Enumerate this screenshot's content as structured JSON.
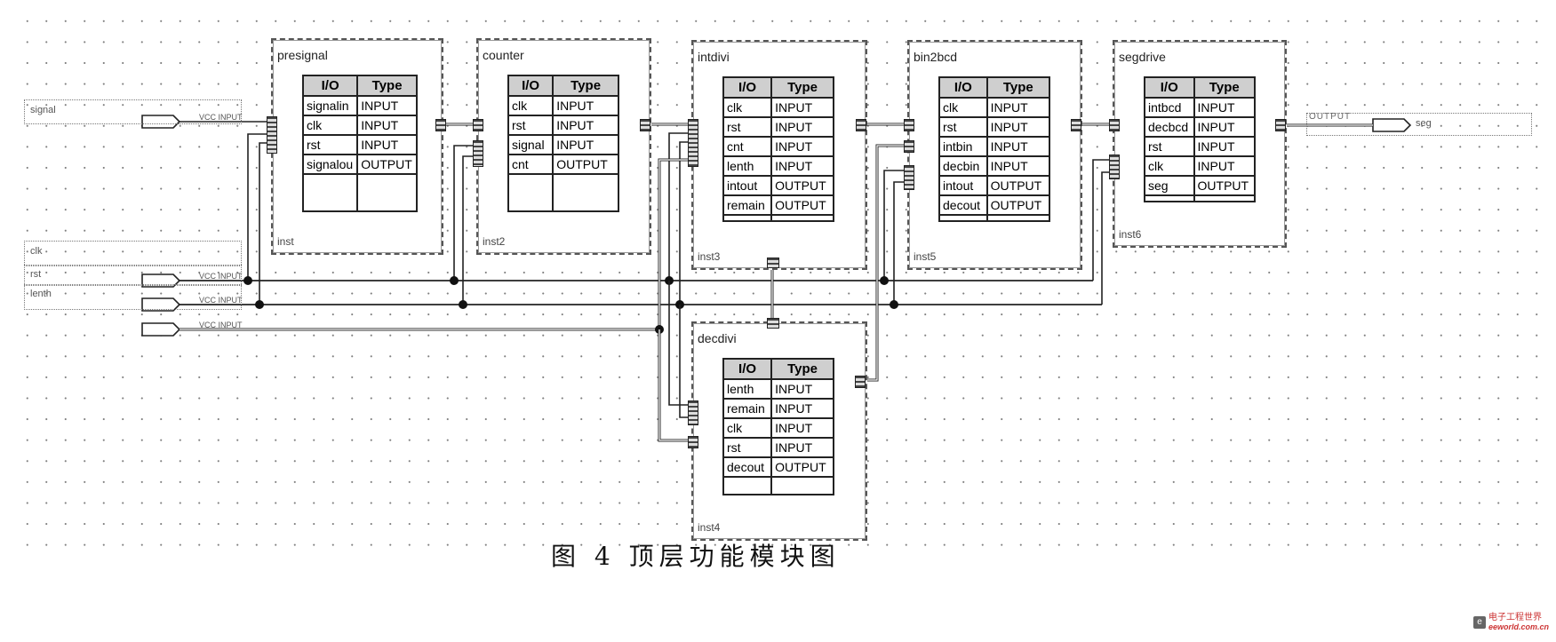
{
  "diagram": {
    "title": "Top-level functional block diagram",
    "inputs": [
      {
        "name": "signal",
        "tag": "VCC INPUT"
      },
      {
        "name": "clk",
        "tag": "VCC INPUT"
      },
      {
        "name": "rst",
        "tag": "VCC INPUT"
      },
      {
        "name": "lenth",
        "tag": "VCC INPUT"
      }
    ],
    "outputs": [
      {
        "name": "seg",
        "tag": "OUTPUT"
      }
    ],
    "table_header": {
      "io": "I/O",
      "type": "Type"
    },
    "blocks": [
      {
        "id": "presignal",
        "name": "presignal",
        "instance": "inst",
        "ports": [
          {
            "io": "signalin",
            "type": "INPUT"
          },
          {
            "io": "clk",
            "type": "INPUT"
          },
          {
            "io": "rst",
            "type": "INPUT"
          },
          {
            "io": "signalou",
            "type": "OUTPUT"
          }
        ]
      },
      {
        "id": "counter",
        "name": "counter",
        "instance": "inst2",
        "ports": [
          {
            "io": "clk",
            "type": "INPUT"
          },
          {
            "io": "rst",
            "type": "INPUT"
          },
          {
            "io": "signal",
            "type": "INPUT"
          },
          {
            "io": "cnt",
            "type": "OUTPUT"
          }
        ]
      },
      {
        "id": "intdivi",
        "name": "intdivi",
        "instance": "inst3",
        "ports": [
          {
            "io": "clk",
            "type": "INPUT"
          },
          {
            "io": "rst",
            "type": "INPUT"
          },
          {
            "io": "cnt",
            "type": "INPUT"
          },
          {
            "io": "lenth",
            "type": "INPUT"
          },
          {
            "io": "intout",
            "type": "OUTPUT"
          },
          {
            "io": "remain",
            "type": "OUTPUT"
          }
        ]
      },
      {
        "id": "bin2bcd",
        "name": "bin2bcd",
        "instance": "inst5",
        "ports": [
          {
            "io": "clk",
            "type": "INPUT"
          },
          {
            "io": "rst",
            "type": "INPUT"
          },
          {
            "io": "intbin",
            "type": "INPUT"
          },
          {
            "io": "decbin",
            "type": "INPUT"
          },
          {
            "io": "intout",
            "type": "OUTPUT"
          },
          {
            "io": "decout",
            "type": "OUTPUT"
          }
        ]
      },
      {
        "id": "segdrive",
        "name": "segdrive",
        "instance": "inst6",
        "ports": [
          {
            "io": "intbcd",
            "type": "INPUT"
          },
          {
            "io": "decbcd",
            "type": "INPUT"
          },
          {
            "io": "rst",
            "type": "INPUT"
          },
          {
            "io": "clk",
            "type": "INPUT"
          },
          {
            "io": "seg",
            "type": "OUTPUT"
          }
        ]
      },
      {
        "id": "decdivi",
        "name": "decdivi",
        "instance": "inst4",
        "ports": [
          {
            "io": "lenth",
            "type": "INPUT"
          },
          {
            "io": "remain",
            "type": "INPUT"
          },
          {
            "io": "clk",
            "type": "INPUT"
          },
          {
            "io": "rst",
            "type": "INPUT"
          },
          {
            "io": "decout",
            "type": "OUTPUT"
          }
        ]
      }
    ]
  },
  "caption": "图 4   顶层功能模块图",
  "watermark": {
    "line1": "电子工程世界",
    "line2": "eeworld.com.cn"
  }
}
